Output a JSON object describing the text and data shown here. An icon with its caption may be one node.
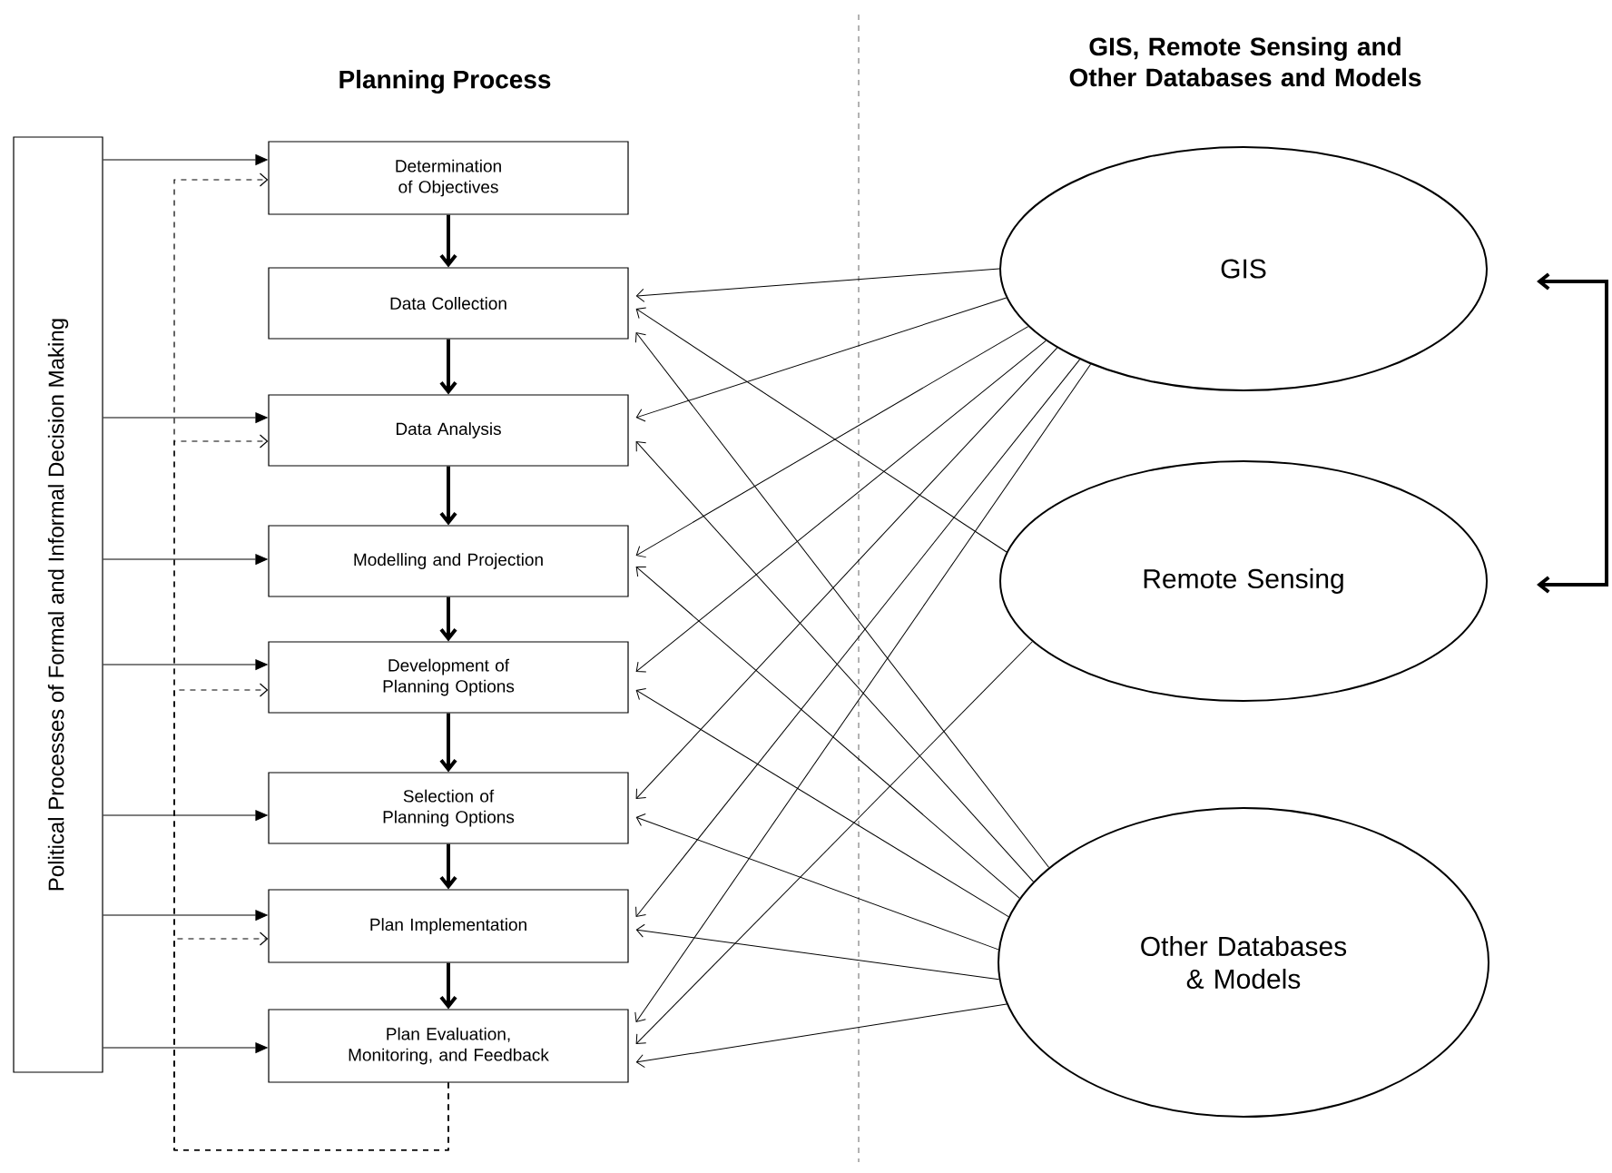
{
  "diagram": {
    "nodes": [
      {
        "text": [
          "Political Processes of Formal and Informal Decision Making"
        ]
      },
      {
        "text": [
          "Determination of Objectives"
        ]
      },
      {
        "text": [
          "Data Collection"
        ]
      },
      {
        "text": [
          "Data Analysis"
        ]
      },
      {
        "text": [
          "Modelling and Projection"
        ]
      },
      {
        "text": [
          "Development of Planning Options"
        ]
      },
      {
        "text": [
          "Selection of Planning Options"
        ]
      },
      {
        "text": [
          "Plan Implementation"
        ]
      },
      {
        "text": [
          "Plan Evaluation, Monitoring, and Feedback"
        ]
      },
      {
        "text": [
          "GIS"
        ]
      },
      {
        "text": [
          "Remote Sensing"
        ]
      },
      {
        "text": [
          "Other Databases & Models"
        ]
      }
    ],
    "edges": [
      {
        "from": 0,
        "to": 1,
        "arrow": "to"
      },
      {
        "from": 0,
        "to": 3,
        "arrow": "to"
      },
      {
        "from": 0,
        "to": 4,
        "arrow": "to"
      },
      {
        "from": 0,
        "to": 5,
        "arrow": "to"
      },
      {
        "from": 0,
        "to": 6,
        "arrow": "to"
      },
      {
        "from": 0,
        "to": 7,
        "arrow": "to"
      },
      {
        "from": 0,
        "to": 8,
        "arrow": "to"
      },
      {
        "from": 8,
        "to": 1,
        "arrow": "to",
        "style": "dashed"
      },
      {
        "from": 8,
        "to": 3,
        "arrow": "to",
        "style": "dashed"
      },
      {
        "from": 8,
        "to": 5,
        "arrow": "to",
        "style": "dashed"
      },
      {
        "from": 8,
        "to": 7,
        "arrow": "to",
        "style": "dashed"
      },
      {
        "from": 1,
        "to": 2,
        "arrow": "to",
        "style": "thick"
      },
      {
        "from": 2,
        "to": 3,
        "arrow": "to",
        "style": "thick"
      },
      {
        "from": 3,
        "to": 4,
        "arrow": "to",
        "style": "thick"
      },
      {
        "from": 4,
        "to": 5,
        "arrow": "to",
        "style": "thick"
      },
      {
        "from": 5,
        "to": 6,
        "arrow": "to",
        "style": "thick"
      },
      {
        "from": 6,
        "to": 7,
        "arrow": "to",
        "style": "thick"
      },
      {
        "from": 7,
        "to": 8,
        "arrow": "to",
        "style": "thick"
      },
      {
        "from": 9,
        "to": 2,
        "arrow": "to"
      },
      {
        "from": 9,
        "to": 3,
        "arrow": "to"
      },
      {
        "from": 9,
        "to": 4,
        "arrow": "to"
      },
      {
        "from": 9,
        "to": 5,
        "arrow": "to"
      },
      {
        "from": 9,
        "to": 6,
        "arrow": "to"
      },
      {
        "from": 9,
        "to": 7,
        "arrow": "to"
      },
      {
        "from": 9,
        "to": 8,
        "arrow": "to"
      },
      {
        "from": 10,
        "to": 2,
        "arrow": "to"
      },
      {
        "from": 10,
        "to": 8,
        "arrow": "to"
      },
      {
        "from": 11,
        "to": 2,
        "arrow": "to"
      },
      {
        "from": 11,
        "to": 3,
        "arrow": "to"
      },
      {
        "from": 11,
        "to": 4,
        "arrow": "to"
      },
      {
        "from": 11,
        "to": 5,
        "arrow": "to"
      },
      {
        "from": 11,
        "to": 6,
        "arrow": "to"
      },
      {
        "from": 11,
        "to": 7,
        "arrow": "to"
      },
      {
        "from": 11,
        "to": 8,
        "arrow": "to"
      },
      {
        "from": 9,
        "to": 10,
        "arrow": "both",
        "style": "thick"
      }
    ],
    "labels": [
      "Planning Process",
      "GIS, Remote Sensing and Other Databases and Models"
    ]
  }
}
